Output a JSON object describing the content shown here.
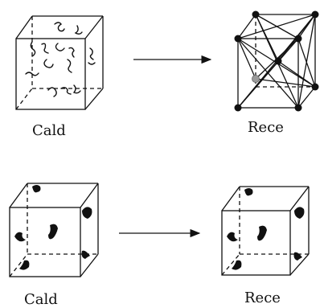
{
  "labels": {
    "top_left": "Cald",
    "top_right": "Rece",
    "bottom_left": "Cald",
    "bottom_right": "Rece"
  },
  "colors": {
    "line": "#111111",
    "node": "#111111",
    "hidden_node": "#9a9a9a",
    "background": "#ffffff"
  },
  "icons": [
    "arrow-right-icon",
    "tangled-chains-icon",
    "lattice-node-icon",
    "blob-particle-icon"
  ]
}
